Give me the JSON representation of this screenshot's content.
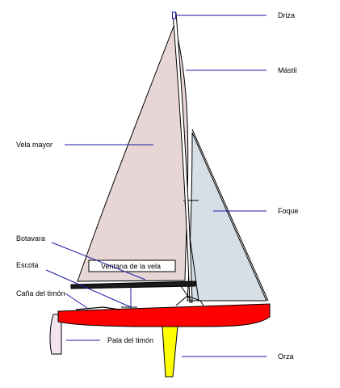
{
  "labels": {
    "driza": "Driza",
    "mastil": "Mástil",
    "vela_mayor": "Vela mayor",
    "foque": "Foque",
    "botavara": "Botavara",
    "ventana": "Ventana de la vela",
    "escota": "Escota",
    "cana_timon": "Caña del timón",
    "pala_timon": "Pala del timón",
    "orza": "Orza"
  },
  "colors": {
    "leader_line": "#1a1aa6",
    "mainsail": "#e8d6d6",
    "jib": "#d7dfe6",
    "hull": "#ff0000",
    "centerboard": "#ffff00",
    "rudder": "#f3e3ef",
    "boom": "#1a1a1a"
  }
}
